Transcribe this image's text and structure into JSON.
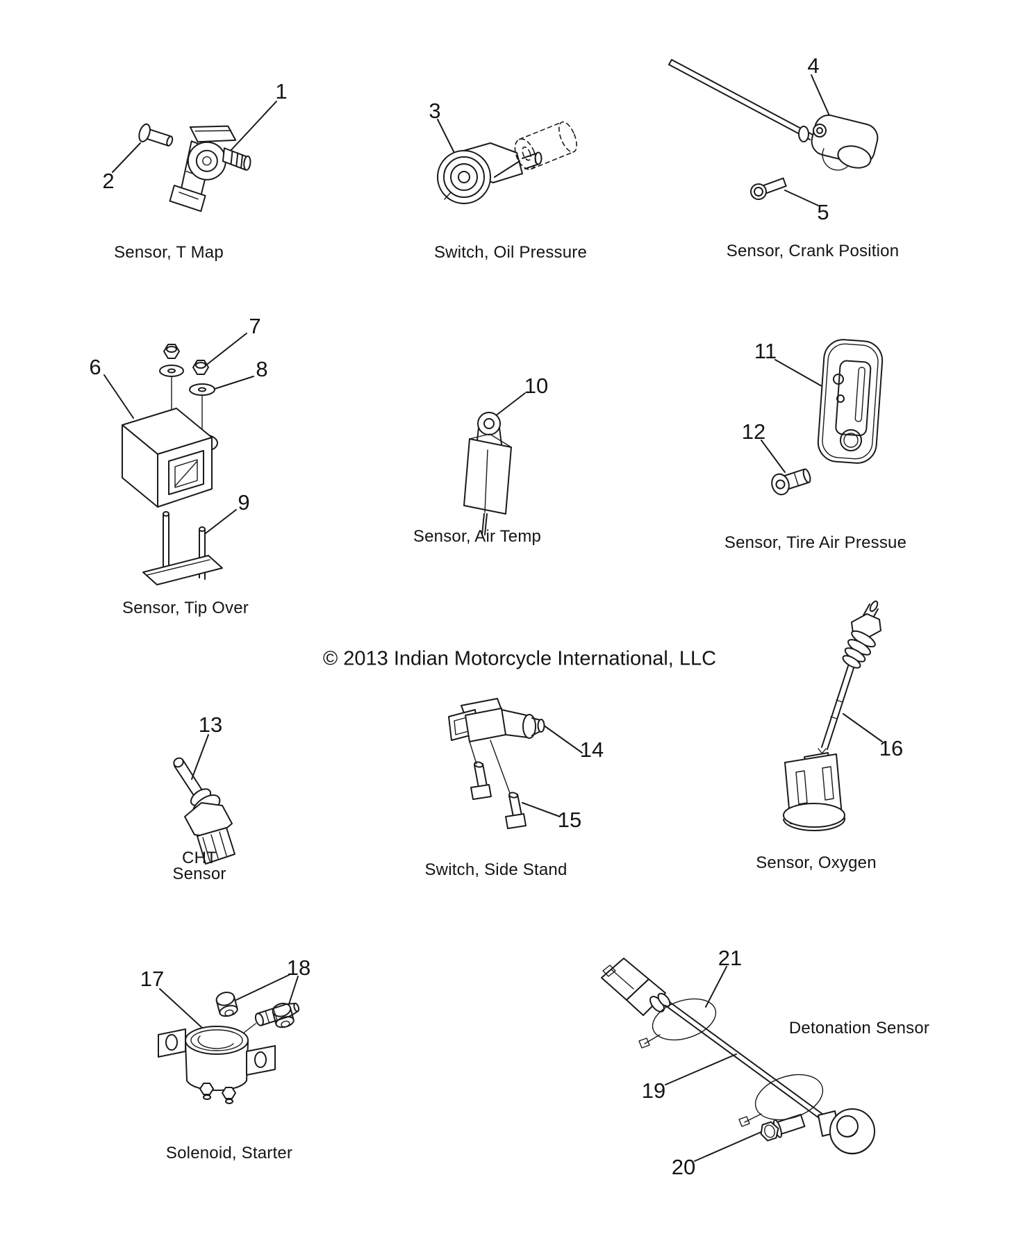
{
  "copyright": "© 2013 Indian Motorcycle International, LLC",
  "colors": {
    "background": "#ffffff",
    "line": "#1a1a1a",
    "text": "#141414"
  },
  "labels": {
    "t_map": "Sensor, T Map",
    "oil_pressure": "Switch, Oil Pressure",
    "crank_position": "Sensor, Crank Position",
    "tip_over": "Sensor, Tip Over",
    "air_temp": "Sensor, Air Temp",
    "tire_pressure": "Sensor, Tire Air Pressue",
    "cht_line1": "CHT",
    "cht_line2": "Sensor",
    "side_stand": "Switch, Side Stand",
    "oxygen": "Sensor, Oxygen",
    "solenoid": "Solenoid, Starter",
    "detonation": "Detonation Sensor"
  },
  "callouts": {
    "c1": "1",
    "c2": "2",
    "c3": "3",
    "c4": "4",
    "c5": "5",
    "c6": "6",
    "c7": "7",
    "c8": "8",
    "c9": "9",
    "c10": "10",
    "c11": "11",
    "c12": "12",
    "c13": "13",
    "c14": "14",
    "c15": "15",
    "c16": "16",
    "c17": "17",
    "c18": "18",
    "c19": "19",
    "c20": "20",
    "c21": "21"
  }
}
